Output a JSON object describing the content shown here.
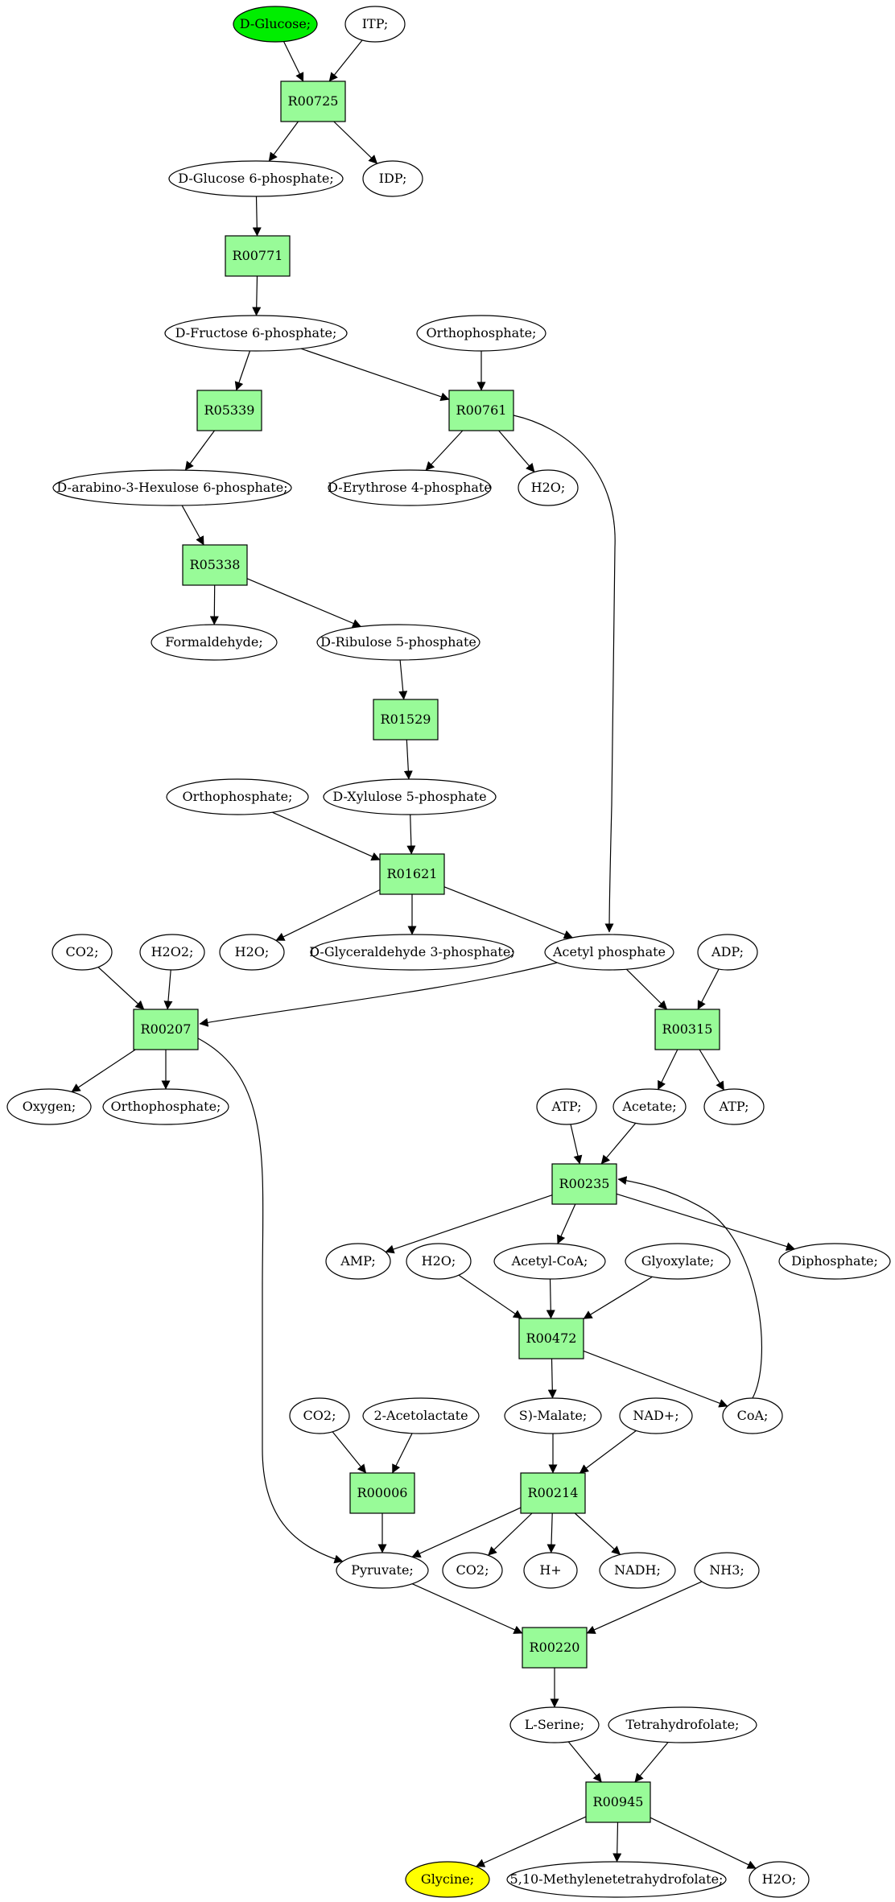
{
  "colors": {
    "reaction_fill": "#98fb98",
    "compound_fill": "#ffffff",
    "start_fill": "#00ee00",
    "target_fill": "#ffff00",
    "stroke": "#000000"
  },
  "nodes": {
    "c_glucose": {
      "label": "D-Glucose;",
      "kind": "compound",
      "role": "start"
    },
    "c_itp": {
      "label": "ITP;",
      "kind": "compound"
    },
    "r_00725": {
      "label": "R00725",
      "kind": "reaction"
    },
    "c_g6p": {
      "label": "D-Glucose 6-phosphate;",
      "kind": "compound"
    },
    "c_idp": {
      "label": "IDP;",
      "kind": "compound"
    },
    "r_00771": {
      "label": "R00771",
      "kind": "reaction"
    },
    "c_f6p": {
      "label": "D-Fructose 6-phosphate;",
      "kind": "compound"
    },
    "c_pi1": {
      "label": "Orthophosphate;",
      "kind": "compound"
    },
    "r_05339": {
      "label": "R05339",
      "kind": "reaction"
    },
    "r_00761": {
      "label": "R00761",
      "kind": "reaction"
    },
    "c_ah6p": {
      "label": "D-arabino-3-Hexulose 6-phosphate;",
      "kind": "compound"
    },
    "c_e4p": {
      "label": "D-Erythrose 4-phosphate",
      "kind": "compound"
    },
    "c_h2o1": {
      "label": "H2O;",
      "kind": "compound"
    },
    "r_05338": {
      "label": "R05338",
      "kind": "reaction"
    },
    "c_formaldehyde": {
      "label": "Formaldehyde;",
      "kind": "compound"
    },
    "c_ru5p": {
      "label": "D-Ribulose 5-phosphate",
      "kind": "compound"
    },
    "r_01529": {
      "label": "R01529",
      "kind": "reaction"
    },
    "c_pi2": {
      "label": "Orthophosphate;",
      "kind": "compound"
    },
    "c_xu5p": {
      "label": "D-Xylulose 5-phosphate",
      "kind": "compound"
    },
    "r_01621": {
      "label": "R01621",
      "kind": "reaction"
    },
    "c_co2a": {
      "label": "CO2;",
      "kind": "compound"
    },
    "c_h2o2": {
      "label": "H2O2;",
      "kind": "compound"
    },
    "c_h2o2b": {
      "label": "H2O;",
      "kind": "compound"
    },
    "c_gap": {
      "label": "D-Glyceraldehyde 3-phosphate;",
      "kind": "compound"
    },
    "c_acp": {
      "label": "Acetyl phosphate",
      "kind": "compound"
    },
    "c_adp": {
      "label": "ADP;",
      "kind": "compound"
    },
    "r_00207": {
      "label": "R00207",
      "kind": "reaction"
    },
    "r_00315": {
      "label": "R00315",
      "kind": "reaction"
    },
    "c_oxygen": {
      "label": "Oxygen;",
      "kind": "compound"
    },
    "c_pi3": {
      "label": "Orthophosphate;",
      "kind": "compound"
    },
    "c_atp1": {
      "label": "ATP;",
      "kind": "compound"
    },
    "c_acetate": {
      "label": "Acetate;",
      "kind": "compound"
    },
    "c_atp2": {
      "label": "ATP;",
      "kind": "compound"
    },
    "r_00235": {
      "label": "R00235",
      "kind": "reaction"
    },
    "c_amp": {
      "label": "AMP;",
      "kind": "compound"
    },
    "c_h2o3": {
      "label": "H2O;",
      "kind": "compound"
    },
    "c_accoa": {
      "label": "Acetyl-CoA;",
      "kind": "compound"
    },
    "c_glyoxylate": {
      "label": "Glyoxylate;",
      "kind": "compound"
    },
    "c_ppi": {
      "label": "Diphosphate;",
      "kind": "compound"
    },
    "r_00472": {
      "label": "R00472",
      "kind": "reaction"
    },
    "c_co2b": {
      "label": "CO2;",
      "kind": "compound"
    },
    "c_acetolactate": {
      "label": "2-Acetolactate",
      "kind": "compound"
    },
    "c_malate": {
      "label": "S)-Malate;",
      "kind": "compound"
    },
    "c_nad": {
      "label": "NAD+;",
      "kind": "compound"
    },
    "c_coa": {
      "label": "CoA;",
      "kind": "compound"
    },
    "r_00006": {
      "label": "R00006",
      "kind": "reaction"
    },
    "r_00214": {
      "label": "R00214",
      "kind": "reaction"
    },
    "c_pyruvate": {
      "label": "Pyruvate;",
      "kind": "compound"
    },
    "c_co2c": {
      "label": "CO2;",
      "kind": "compound"
    },
    "c_hplus": {
      "label": "H+",
      "kind": "compound"
    },
    "c_nadh": {
      "label": "NADH;",
      "kind": "compound"
    },
    "c_nh3": {
      "label": "NH3;",
      "kind": "compound"
    },
    "r_00220": {
      "label": "R00220",
      "kind": "reaction"
    },
    "c_serine": {
      "label": "L-Serine;",
      "kind": "compound"
    },
    "c_thf": {
      "label": "Tetrahydrofolate;",
      "kind": "compound"
    },
    "r_00945": {
      "label": "R00945",
      "kind": "reaction"
    },
    "c_glycine": {
      "label": "Glycine;",
      "kind": "compound",
      "role": "target"
    },
    "c_methf": {
      "label": "5,10-Methylenetetrahydrofolate;",
      "kind": "compound"
    },
    "c_h2o4": {
      "label": "H2O;",
      "kind": "compound"
    }
  },
  "edges": [
    {
      "from": "c_glucose",
      "to": "r_00725"
    },
    {
      "from": "c_itp",
      "to": "r_00725"
    },
    {
      "from": "r_00725",
      "to": "c_g6p"
    },
    {
      "from": "r_00725",
      "to": "c_idp"
    },
    {
      "from": "c_g6p",
      "to": "r_00771"
    },
    {
      "from": "r_00771",
      "to": "c_f6p"
    },
    {
      "from": "c_f6p",
      "to": "r_05339"
    },
    {
      "from": "c_f6p",
      "to": "r_00761"
    },
    {
      "from": "c_pi1",
      "to": "r_00761"
    },
    {
      "from": "r_05339",
      "to": "c_ah6p"
    },
    {
      "from": "r_00761",
      "to": "c_e4p"
    },
    {
      "from": "r_00761",
      "to": "c_h2o1"
    },
    {
      "from": "r_00761",
      "to": "c_acp"
    },
    {
      "from": "c_ah6p",
      "to": "r_05338"
    },
    {
      "from": "r_05338",
      "to": "c_formaldehyde"
    },
    {
      "from": "r_05338",
      "to": "c_ru5p"
    },
    {
      "from": "c_ru5p",
      "to": "r_01529"
    },
    {
      "from": "r_01529",
      "to": "c_xu5p"
    },
    {
      "from": "c_pi2",
      "to": "r_01621"
    },
    {
      "from": "c_xu5p",
      "to": "r_01621"
    },
    {
      "from": "r_01621",
      "to": "c_h2o2b"
    },
    {
      "from": "r_01621",
      "to": "c_gap"
    },
    {
      "from": "r_01621",
      "to": "c_acp"
    },
    {
      "from": "c_co2a",
      "to": "r_00207"
    },
    {
      "from": "c_h2o2",
      "to": "r_00207"
    },
    {
      "from": "c_acp",
      "to": "r_00207"
    },
    {
      "from": "c_acp",
      "to": "r_00315"
    },
    {
      "from": "c_adp",
      "to": "r_00315"
    },
    {
      "from": "r_00207",
      "to": "c_oxygen"
    },
    {
      "from": "r_00207",
      "to": "c_pi3"
    },
    {
      "from": "r_00207",
      "to": "c_pyruvate"
    },
    {
      "from": "r_00315",
      "to": "c_acetate"
    },
    {
      "from": "r_00315",
      "to": "c_atp2"
    },
    {
      "from": "c_atp1",
      "to": "r_00235"
    },
    {
      "from": "c_acetate",
      "to": "r_00235"
    },
    {
      "from": "c_coa",
      "to": "r_00235"
    },
    {
      "from": "r_00235",
      "to": "c_amp"
    },
    {
      "from": "r_00235",
      "to": "c_accoa"
    },
    {
      "from": "r_00235",
      "to": "c_ppi"
    },
    {
      "from": "c_h2o3",
      "to": "r_00472"
    },
    {
      "from": "c_accoa",
      "to": "r_00472"
    },
    {
      "from": "c_glyoxylate",
      "to": "r_00472"
    },
    {
      "from": "r_00472",
      "to": "c_malate"
    },
    {
      "from": "r_00472",
      "to": "c_coa"
    },
    {
      "from": "c_co2b",
      "to": "r_00006"
    },
    {
      "from": "c_acetolactate",
      "to": "r_00006"
    },
    {
      "from": "c_malate",
      "to": "r_00214"
    },
    {
      "from": "c_nad",
      "to": "r_00214"
    },
    {
      "from": "r_00006",
      "to": "c_pyruvate"
    },
    {
      "from": "r_00214",
      "to": "c_pyruvate"
    },
    {
      "from": "r_00214",
      "to": "c_co2c"
    },
    {
      "from": "r_00214",
      "to": "c_hplus"
    },
    {
      "from": "r_00214",
      "to": "c_nadh"
    },
    {
      "from": "c_pyruvate",
      "to": "r_00220"
    },
    {
      "from": "c_nh3",
      "to": "r_00220"
    },
    {
      "from": "r_00220",
      "to": "c_serine"
    },
    {
      "from": "c_serine",
      "to": "r_00945"
    },
    {
      "from": "c_thf",
      "to": "r_00945"
    },
    {
      "from": "r_00945",
      "to": "c_glycine"
    },
    {
      "from": "r_00945",
      "to": "c_methf"
    },
    {
      "from": "r_00945",
      "to": "c_h2o4"
    }
  ]
}
